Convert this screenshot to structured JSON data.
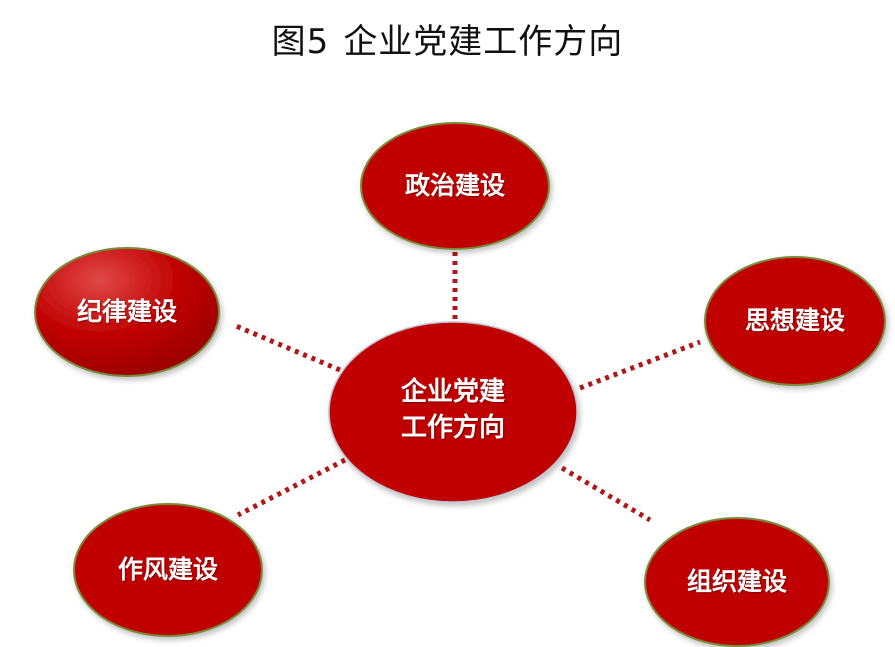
{
  "title": {
    "figure_num": "图5",
    "text": "企业党建工作方向"
  },
  "center": {
    "line1": "企业党建",
    "line2": "工作方向"
  },
  "nodes": {
    "political": "政治建设",
    "ideological": "思想建设",
    "organizational": "组织建设",
    "style": "作风建设",
    "discipline": "纪律建设"
  },
  "colors": {
    "node_fill": "#c00000",
    "node_border": "#7a8a3a",
    "connector": "#b01818",
    "label": "#ffffff"
  }
}
